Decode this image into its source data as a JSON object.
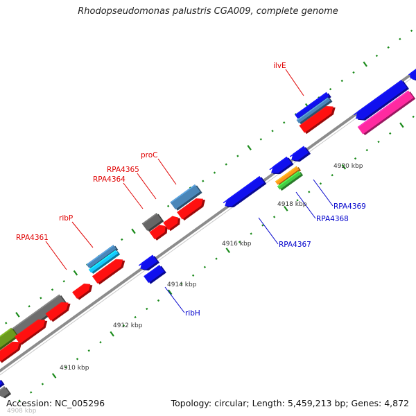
{
  "title": "Rhodopseudomonas palustris CGA009, complete genome",
  "footer": {
    "accession": "Accession: NC_005296",
    "summary": "Topology: circular; Length: 5,459,213 bp; Genes: 4,872"
  },
  "colors": {
    "backbone": "#8c8c8c",
    "tick": "#1a8a1a",
    "label_forward": "#e00000",
    "label_reverse": "#0000cc",
    "kbp_text": "#333333"
  },
  "scale_labels": [
    {
      "text": "4908 kbp",
      "faded": true
    },
    {
      "text": "4910 kbp"
    },
    {
      "text": "4912 kbp"
    },
    {
      "text": "4914 kbp"
    },
    {
      "text": "4916 kbp"
    },
    {
      "text": "4918 kbp"
    },
    {
      "text": "4920 kbp"
    }
  ],
  "gene_labels": {
    "forward": [
      "RPA4361",
      "ribP",
      "RPA4364",
      "RPA4365",
      "proC",
      "ilvE"
    ],
    "reverse": [
      "ribH",
      "RPA4367",
      "RPA4368",
      "RPA4369"
    ]
  },
  "features": [
    {
      "name": "gray-gene-lower-left",
      "color": "#6e6e6e",
      "strand": "outer"
    },
    {
      "name": "olive-gene",
      "color": "#6b9a1e",
      "strand": "outer"
    },
    {
      "name": "red-gene-1",
      "color": "#ff1010",
      "strand": "forward"
    },
    {
      "name": "red-gene-2",
      "color": "#ff1010",
      "strand": "forward"
    },
    {
      "name": "red-gene-3",
      "color": "#ff1010",
      "strand": "forward"
    },
    {
      "name": "RPA4361",
      "color": "#ff1010",
      "strand": "forward"
    },
    {
      "name": "ribP-steelblue",
      "color": "#4a86b8",
      "strand": "outer"
    },
    {
      "name": "ribP-cyan",
      "color": "#14c8ff",
      "strand": "outer"
    },
    {
      "name": "ribP-red",
      "color": "#ff1010",
      "strand": "forward"
    },
    {
      "name": "RPA4364",
      "color": "#666666",
      "strand": "outer"
    },
    {
      "name": "red-4364",
      "color": "#ff1010",
      "strand": "forward"
    },
    {
      "name": "RPA4365",
      "color": "#ff1010",
      "strand": "forward"
    },
    {
      "name": "proC-steelblue",
      "color": "#4a86b8",
      "strand": "outer"
    },
    {
      "name": "proC-red",
      "color": "#ff1010",
      "strand": "forward"
    },
    {
      "name": "ilvE-blue",
      "color": "#1010ee",
      "strand": "outer"
    },
    {
      "name": "ilvE-steelblue",
      "color": "#4a86b8",
      "strand": "outer"
    },
    {
      "name": "ilvE-red",
      "color": "#ff1010",
      "strand": "forward"
    },
    {
      "name": "ribH-1",
      "color": "#1010ee",
      "strand": "reverse"
    },
    {
      "name": "ribH-2",
      "color": "#1010ee",
      "strand": "reverse"
    },
    {
      "name": "RPA4367",
      "color": "#1010ee",
      "strand": "reverse"
    },
    {
      "name": "RPA4368-blue",
      "color": "#1010ee",
      "strand": "reverse"
    },
    {
      "name": "RPA4368-orange",
      "color": "#ff9a1a",
      "strand": "reverse"
    },
    {
      "name": "RPA4368-green",
      "color": "#44cc44",
      "strand": "reverse"
    },
    {
      "name": "RPA4369",
      "color": "#1010ee",
      "strand": "reverse"
    },
    {
      "name": "blue-right",
      "color": "#1010ee",
      "strand": "reverse"
    },
    {
      "name": "pink-right",
      "color": "#ff2aa0",
      "strand": "reverse"
    }
  ]
}
